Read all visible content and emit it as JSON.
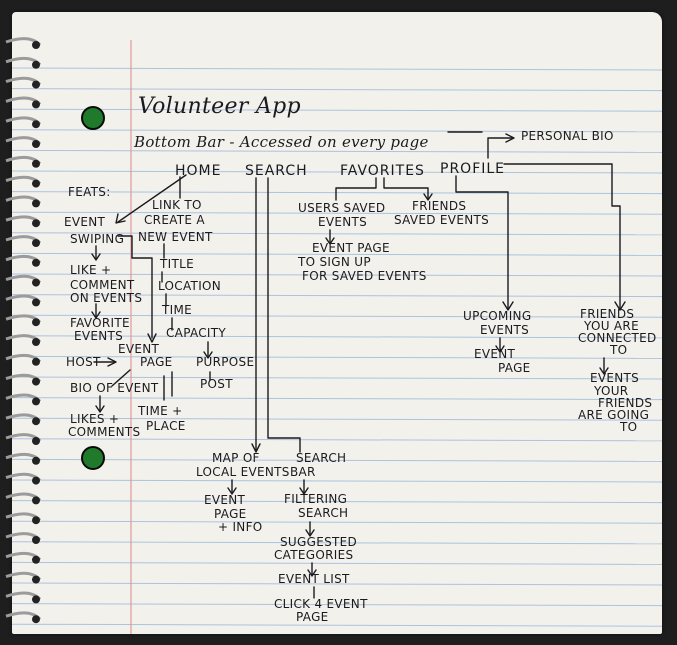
{
  "title": "Volunteer App",
  "subtitle": "Bottom Bar - Accessed on every page",
  "bottom_bar": {
    "home": "HOME",
    "search": "SEARCH",
    "favorites": "FAVORITES",
    "profile": "PROFILE"
  },
  "profile_bio": "PERSONAL BIO",
  "feats_label": "FEATS:",
  "home_branch": {
    "swiping": [
      "EVENT",
      "SWIPING"
    ],
    "like": [
      "LIKE +",
      "COMMENT",
      "ON EVENTS"
    ],
    "favorite": [
      "FAVORITE",
      "EVENTS"
    ],
    "create": [
      "LINK TO",
      "CREATE A",
      "NEW EVENT"
    ],
    "title": "TITLE",
    "location": "LOCATION",
    "time": "TIME",
    "capacity": "CAPACITY",
    "purpose": "PURPOSE",
    "post": "POST",
    "host": "HOST",
    "event_page": [
      "EVENT",
      "PAGE"
    ],
    "bio": "BIO OF EVENT",
    "likes": [
      "LIKES +",
      "COMMENTS"
    ],
    "time_place": [
      "TIME +",
      "PLACE"
    ]
  },
  "favorites_branch": {
    "users_saved": [
      "USERS SAVED",
      "EVENTS"
    ],
    "friends_saved": [
      "FRIENDS",
      "SAVED EVENTS"
    ],
    "event_page": [
      "EVENT PAGE",
      "TO SIGN UP",
      "FOR SAVED EVENTS"
    ]
  },
  "profile_branch": {
    "upcoming": [
      "UPCOMING",
      "EVENTS"
    ],
    "upcoming_page": [
      "EVENT",
      "PAGE"
    ],
    "friends": [
      "FRIENDS",
      "YOU ARE",
      "CONNECTED",
      "TO"
    ],
    "friends_events": [
      "EVENTS",
      "YOUR",
      "FRIENDS",
      "ARE GOING",
      "TO"
    ]
  },
  "search_branch": {
    "map": [
      "MAP OF",
      "LOCAL EVENTS"
    ],
    "search_bar": [
      "SEARCH",
      "BAR"
    ],
    "event_info": [
      "EVENT",
      "PAGE",
      "+ INFO"
    ],
    "filtering": [
      "FILTERING",
      "SEARCH"
    ],
    "suggested": [
      "SUGGESTED",
      "CATEGORIES"
    ],
    "event_list": "EVENT LIST",
    "click_event": [
      "CLICK 4 EVENT",
      "PAGE"
    ]
  }
}
